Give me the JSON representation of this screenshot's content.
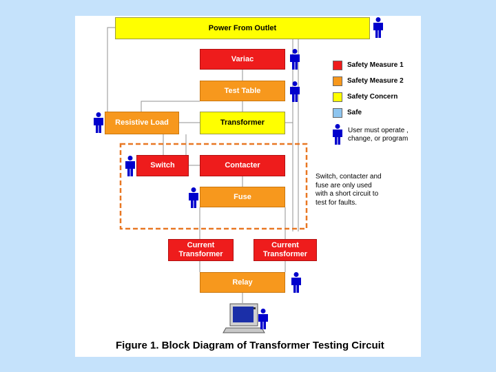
{
  "blocks": {
    "power": "Power From Outlet",
    "variac": "Variac",
    "test_table": "Test Table",
    "resistive_load": "Resistive Load",
    "transformer": "Transformer",
    "switch": "Switch",
    "contacter": "Contacter",
    "fuse": "Fuse",
    "ct_left": "Current\nTransformer",
    "ct_right": "Current\nTransformer",
    "relay": "Relay"
  },
  "legend": {
    "items": [
      {
        "label": "Safety Measure 1",
        "color": "#ee1c1c"
      },
      {
        "label": "Safety Measure 2",
        "color": "#f7981d"
      },
      {
        "label": "Safety Concern",
        "color": "#ffff00"
      },
      {
        "label": "Safe",
        "color": "#8ec5ef"
      }
    ],
    "user_label": "User must operate ,\nchange, or program"
  },
  "note": "Switch, contacter and\nfuse are only used\nwith a short circuit to\ntest for faults.",
  "caption": "Figure 1. Block Diagram of Transformer Testing Circuit",
  "colors": {
    "background": "#c5e2fb",
    "user_icon": "#0000cc",
    "dashed_box": "#e87722"
  },
  "icons": [
    "person-icon",
    "computer-icon"
  ]
}
